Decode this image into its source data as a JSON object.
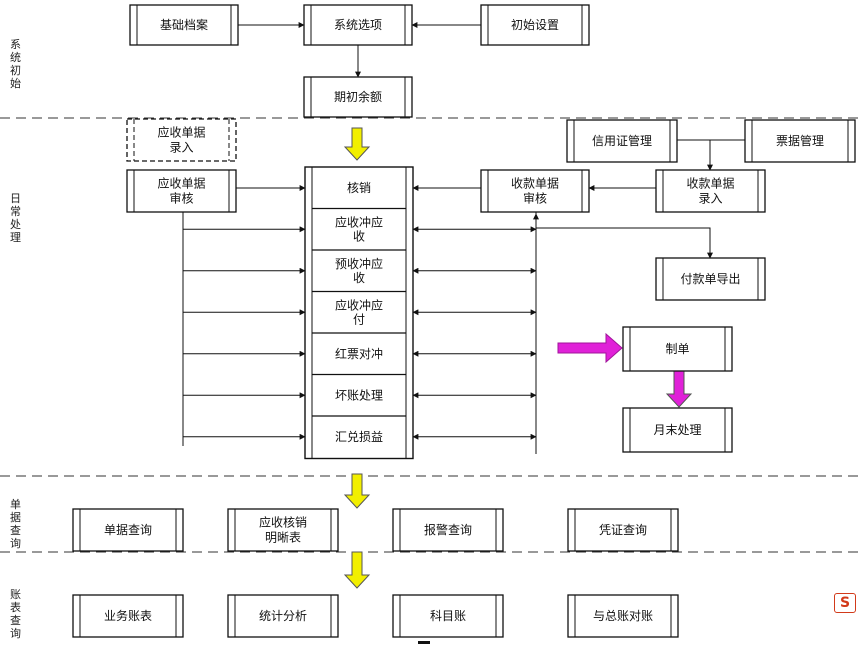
{
  "sections": {
    "setup": "系统初始",
    "daily": "日常处理",
    "doc_query": "单据查询",
    "ledger_query": "账表查询"
  },
  "nodes": {
    "basic_archive": "基础档案",
    "system_options": "系统选项",
    "initial_settings": "初始设置",
    "opening_balance": "期初余额",
    "ar_doc_entry": "应收单据录入",
    "ar_doc_review": "应收单据审核",
    "writeoff": "核销",
    "ar_vs_ar": "应收冲应收",
    "prepay_vs_ar": "预收冲应收",
    "ar_vs_ap": "应收冲应付",
    "red_invoice_offset": "红票对冲",
    "bad_debt": "坏账处理",
    "fx_gain_loss": "汇兑损益",
    "lc_management": "信用证管理",
    "bill_management": "票据管理",
    "receipt_review": "收款单据审核",
    "receipt_entry": "收款单据录入",
    "payment_export": "付款单导出",
    "make_voucher": "制单",
    "month_end": "月末处理",
    "doc_query": "单据查询",
    "ar_writeoff_detail": "应收核销明晰表",
    "alert_query": "报警查询",
    "voucher_query": "凭证查询",
    "business_ledger": "业务账表",
    "stat_analysis": "统计分析",
    "account_ledger": "科目账",
    "gl_reconcile": "与总账对账"
  },
  "logo_text": "S",
  "colors": {
    "line": "#111111",
    "yellow_arrow": "#f2ef00",
    "magenta_arrow": "#e021d8"
  }
}
